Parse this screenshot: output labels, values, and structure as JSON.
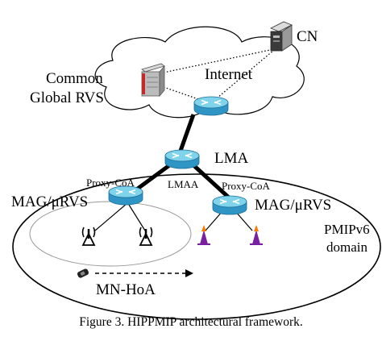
{
  "figure": {
    "caption": "Figure 3.  HIPPMIP architectural framework."
  },
  "nodes": {
    "cn": "CN",
    "rvs_line1": "Common",
    "rvs_line2": "Global RVS",
    "internet": "Internet",
    "lma": "LMA",
    "lmaa": "LMAA",
    "proxy_coa_left": "Proxy-CoA",
    "proxy_coa_right": "Proxy-CoA",
    "mag_left": "MAG/μRVS",
    "mag_right": "MAG/μRVS",
    "domain_line1": "PMIPv6",
    "domain_line2": "domain",
    "mobile_node": "MN-HoA"
  },
  "colors": {
    "router_top": "#7fd4ec",
    "router_side": "#2f95c4",
    "arrow": "#ffffff",
    "antenna_purple": "#7b1fa2",
    "antenna_orange": "#ff7a00",
    "link": "#000000"
  },
  "icons": {
    "router": "router-icon",
    "server": "server-icon",
    "firewall": "firewall-icon",
    "antenna": "wifi-antenna-icon",
    "radio_tower": "radio-tower-icon",
    "phone": "mobile-phone-icon",
    "cloud": "internet-cloud-icon"
  }
}
